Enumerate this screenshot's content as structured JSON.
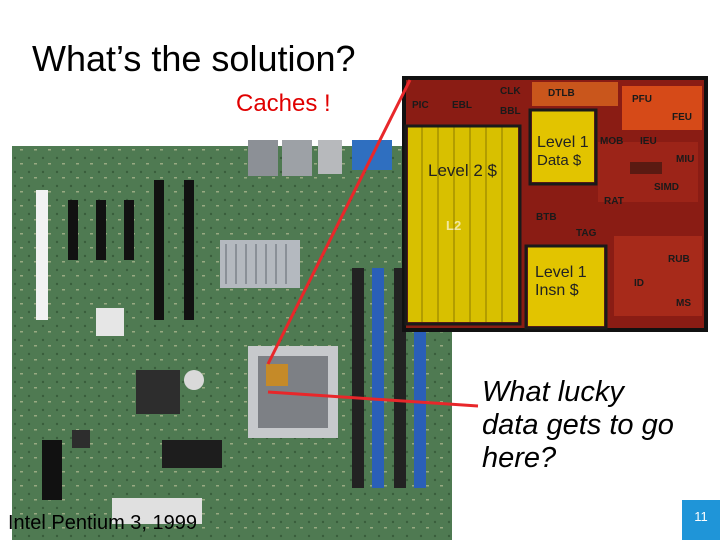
{
  "slide": {
    "title": "What’s the solution?",
    "subtitle": "Caches !",
    "question_lines": [
      "What lucky",
      "data gets to go",
      "here?"
    ],
    "caption": "Intel Pentium 3, 1999",
    "page_number": "11"
  },
  "die": {
    "labels": {
      "level2": "Level 2 $",
      "level1_data_line1": "Level 1",
      "level1_data_line2": "Data $",
      "level1_insn_line1": "Level 1",
      "level1_insn_line2": "Insn $",
      "l2": "L2"
    },
    "units": [
      "PIC",
      "EBL",
      "CLK",
      "BBL",
      "DTLB",
      "PFU",
      "FEU",
      "MOB",
      "IEU",
      "MIU",
      "RAT",
      "SIMD",
      "BTB",
      "TAG",
      "RUB",
      "ID",
      "MS"
    ]
  },
  "colors": {
    "subtitle": "#e00000",
    "callout_line": "#e8272a",
    "page_badge": "#1f95d8",
    "board": "#4f7a52",
    "die_cache": "#d8c000"
  }
}
